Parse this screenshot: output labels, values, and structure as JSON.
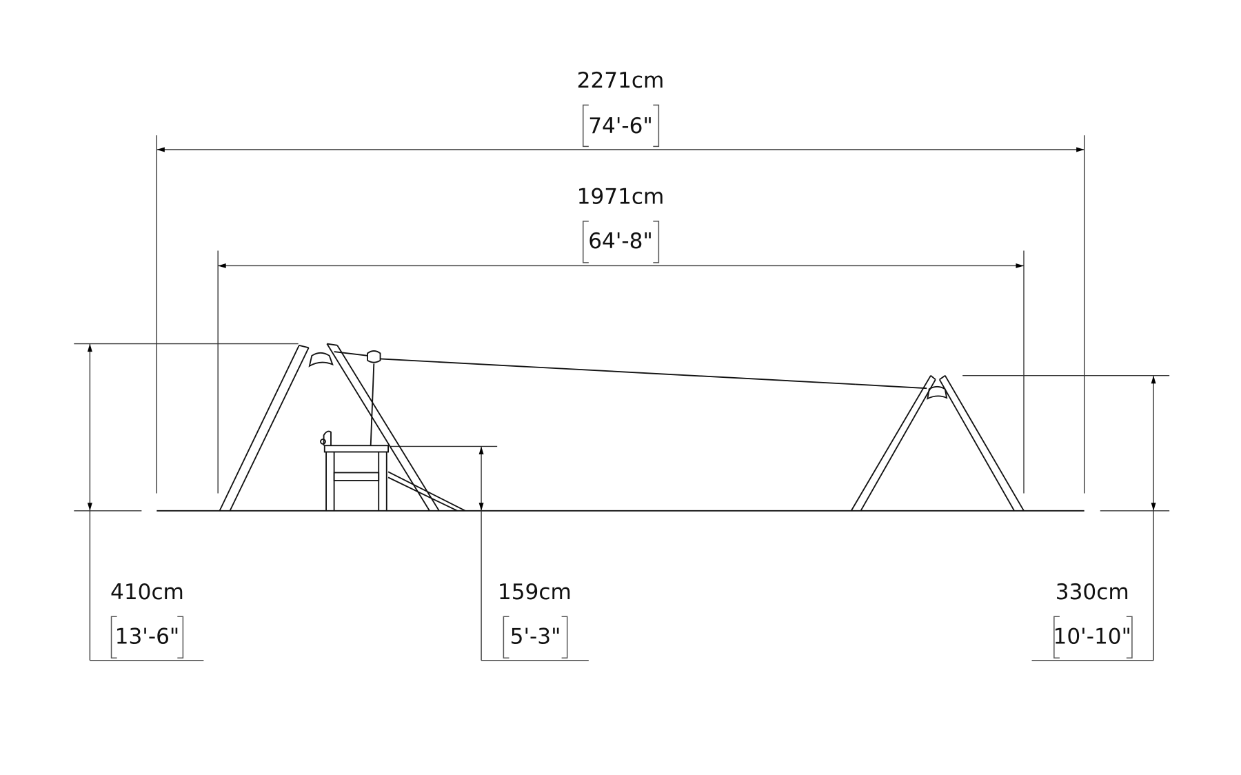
{
  "drawing": {
    "overall_length": {
      "metric": "2271cm",
      "imperial": "74'-6\""
    },
    "inner_length": {
      "metric": "1971cm",
      "imperial": "64'-8\""
    },
    "start_height": {
      "metric": "410cm",
      "imperial": "13'-6\""
    },
    "platform_height": {
      "metric": "159cm",
      "imperial": "5'-3\""
    },
    "end_height": {
      "metric": "330cm",
      "imperial": "10'-10\""
    }
  }
}
